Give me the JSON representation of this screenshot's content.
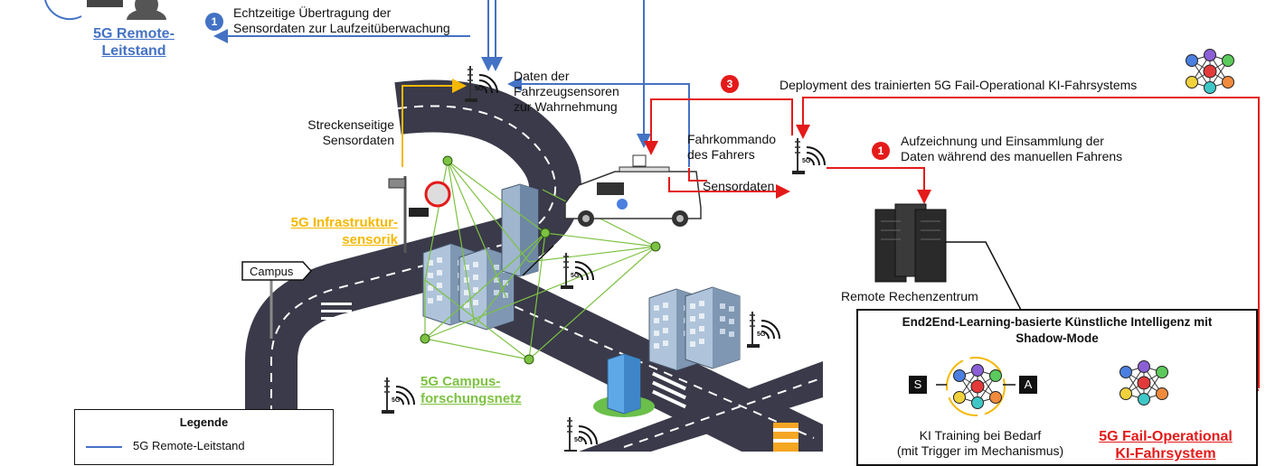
{
  "labels": {
    "realtime": "Echtzeitige Übertragung der\nSensordaten zur Laufzeitüberwachung",
    "remote_leitstand": "5G Remote-\nLeitstand",
    "daten_fahrzeug": "Daten der\nFahrzeugsensoren\nzur Wahrnehmung",
    "deployment": "Deployment des trainierten 5G Fail-Operational KI-Fahrsystems",
    "streckenseitige": "Streckenseitige\nSensordaten",
    "fahrkommando": "Fahrkommando\ndes Fahrers",
    "sensordaten": "Sensordaten",
    "aufzeichnung": "Aufzeichnung und Einsammlung der\nDaten während des manuellen Fahrens",
    "infrastruktur": "5G Infrastruktur-\nsensorik",
    "campus": "Campus",
    "remote_rechenzentrum": "Remote Rechenzentrum",
    "campusnetz": "5G Campus-\nforschungsnetz",
    "ai_title": "End2End-Learning-basierte Künstliche Intelligenz mit\nShadow-Mode",
    "ki_training": "KI Training bei Bedarf\n(mit Trigger im Mechanismus)",
    "fail_operational": "5G Fail-Operational\nKI-Fahrsystem",
    "s": "S",
    "a": "A",
    "five_g": "5G"
  },
  "badges": {
    "one_blue": "1",
    "three_red": "3",
    "one_red": "1"
  },
  "legend": {
    "title": "Legende",
    "item_blue": "5G Remote-Leitstand"
  },
  "colors": {
    "blue": "#4472C4",
    "yellow": "#F5B800",
    "green": "#7DC242",
    "red": "#E41A1A",
    "road": "#3A3A4A",
    "black": "#111111"
  }
}
